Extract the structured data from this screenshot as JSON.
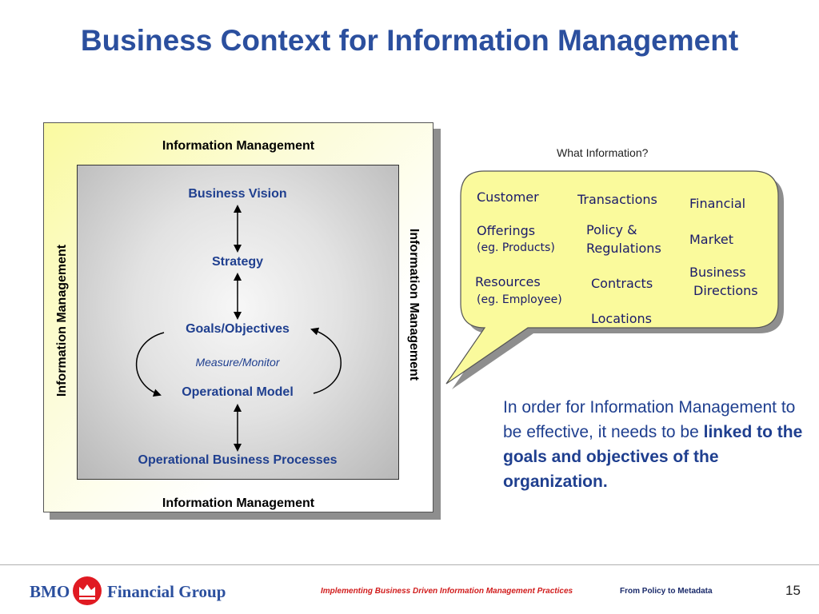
{
  "title": "Business Context for Information Management",
  "frame": {
    "im_top": "Information Management",
    "im_bottom": "Information Management",
    "im_left": "Information Management",
    "im_right": "Information Management",
    "business_vision": "Business Vision",
    "strategy": "Strategy",
    "goals": "Goals/Objectives",
    "measure": "Measure/Monitor",
    "operational_model": "Operational Model",
    "operational_processes": "Operational Business Processes"
  },
  "callout": {
    "heading": "What Information?",
    "col1": {
      "customer": "Customer",
      "offerings": "Offerings",
      "offerings_note": "(eg. Products)",
      "resources": "Resources",
      "resources_note": "(eg. Employee)"
    },
    "col2": {
      "transactions": "Transactions",
      "policy_1": "Policy &",
      "policy_2": "Regulations",
      "contracts": "Contracts",
      "locations": "Locations"
    },
    "col3": {
      "financial": "Financial",
      "market": "Market",
      "business_1": "Business",
      "business_2": "Directions"
    }
  },
  "body": {
    "part1": "In order for Information Management to be effective, it needs to be ",
    "part2": "linked to the goals and objectives of the organization."
  },
  "footer": {
    "logo_bmo": "BMO",
    "logo_rest": "Financial Group",
    "center": "Implementing Business Driven Information Management Practices",
    "sub": "From Policy to Metadata",
    "page": "15"
  },
  "colors": {
    "title_blue": "#2b4f9e",
    "footer_red": "#d11c1c",
    "logo_red": "#e01a22",
    "callout_fill": "#fafa9c"
  }
}
